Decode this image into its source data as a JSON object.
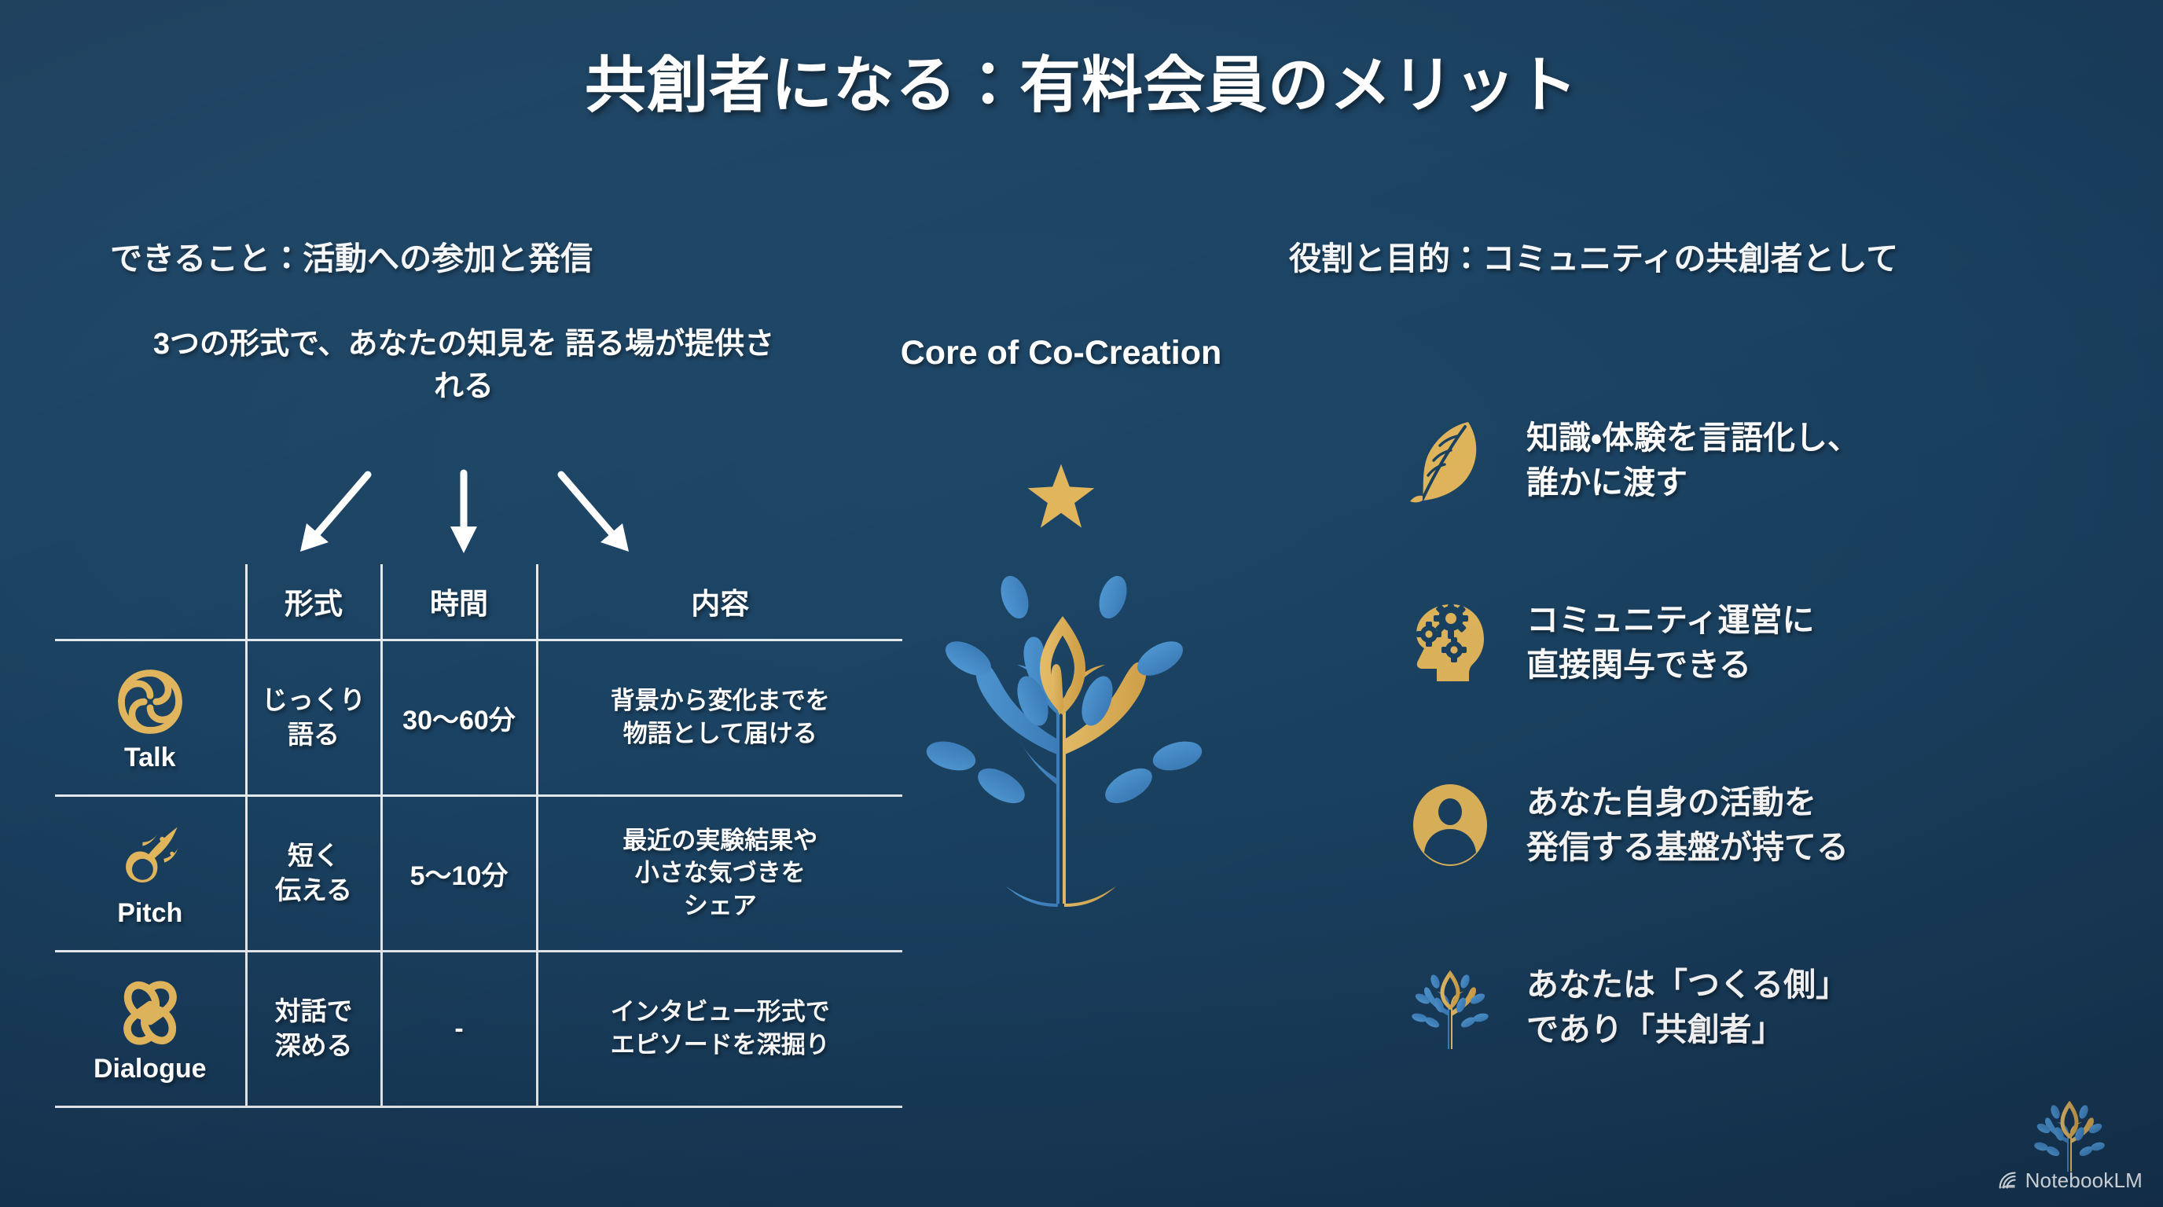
{
  "title": "共創者になる：有料会員のメリット",
  "colors": {
    "background_dark": "#122b44",
    "background_mid": "#1d4666",
    "text": "#ffffff",
    "gold": "#e0b55c",
    "gold_deep": "#d4a84e",
    "blue_leaf": "#4a90cc",
    "rule": "#ffffff"
  },
  "left": {
    "section_header": "できること：活動への参加と発信",
    "lead": "3つの形式で、あなたの知見を\n語る場が提供される",
    "table": {
      "headers": [
        "",
        "形式",
        "時間",
        "内容"
      ],
      "rows": [
        {
          "icon_name": "spiral-talk-icon",
          "icon_label": "Talk",
          "form": "じっくり\n語る",
          "time": "30〜60分",
          "content": "背景から変化までを\n物語として届ける"
        },
        {
          "icon_name": "comet-pitch-icon",
          "icon_label": "Pitch",
          "form": "短く\n伝える",
          "time": "5〜10分",
          "content": "最近の実験結果や\n小さな気づきを\nシェア"
        },
        {
          "icon_name": "chain-link-dialogue-icon",
          "icon_label": "Dialogue",
          "form": "対話で\n深める",
          "time": "-",
          "content": "インタビュー形式で\nエピソードを深掘り"
        }
      ]
    }
  },
  "center": {
    "caption": "Core of\nCo-Creation",
    "star_icon": "star-icon",
    "tree_icon": "co-creation-tree-icon"
  },
  "right": {
    "section_header": "役割と目的：コミュニティの共創者として",
    "benefits": [
      {
        "icon_name": "feather-quill-icon",
        "text": "知識・体験を言語化し、\n誰かに渡す"
      },
      {
        "icon_name": "head-with-gears-icon",
        "text": "コミュニティ運営に\n直接関与できる"
      },
      {
        "icon_name": "user-avatar-icon",
        "text": "あなた自身の活動を\n発信する基盤が持てる"
      },
      {
        "icon_name": "tree-icon",
        "text": "あなたは「つくる側」\nであり「共創者」"
      }
    ]
  },
  "watermark": {
    "label": "NotebookLM",
    "tree_icon": "notebooklm-tree-icon",
    "mark_icon": "notebooklm-spiral-icon"
  }
}
